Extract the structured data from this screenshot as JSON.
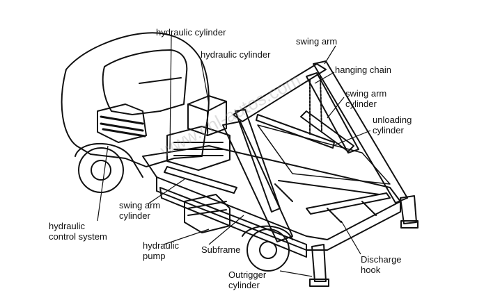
{
  "labels": {
    "hydraulic_cylinder_1": "hydraulic cylinder",
    "hydraulic_cylinder_2": "hydraulic cylinder",
    "swing_arm": "swing arm",
    "hanging_chain": "hanging chain",
    "swing_arm_cylinder_right": "swing arm\ncylinder",
    "unloading_cylinder": "unloading\ncylinder",
    "swing_arm_cylinder_left": "swing arm\ncylinder",
    "hydraulic_control_system": "hydraulic\ncontrol system",
    "hydraulic_pump": "hydraulic\npump",
    "subframe": "Subframe",
    "outrigger_cylinder": "Outrigger\ncylinder",
    "discharge_hook": "Discharge\nhook"
  },
  "watermark": "www.chl-autos.com"
}
